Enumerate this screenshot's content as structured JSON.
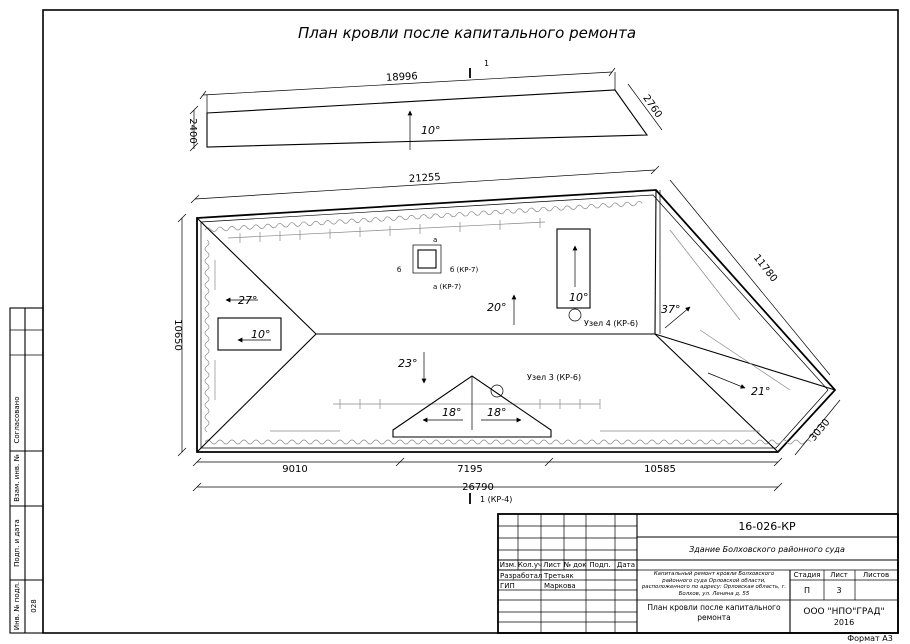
{
  "drawing": {
    "title": "План кровли после капитального ремонта",
    "section_mark": "1",
    "section_mark_bottom": "1 (КР-4)",
    "format": "Формат А3"
  },
  "dimensions": {
    "top_length": "18996",
    "top_left": "2400",
    "top_right": "2760",
    "main_top": "21255",
    "main_left": "10650",
    "main_right_upper": "11780",
    "main_right_lower": "3030",
    "bottom_seg1": "9010",
    "bottom_seg2": "7195",
    "bottom_seg3": "10585",
    "bottom_total": "26790"
  },
  "slopes": {
    "canopy": "10°",
    "left_hip": "27°",
    "left_box": "10°",
    "main_top": "20°",
    "right_box": "10°",
    "right_upper": "37°",
    "right_lower": "21°",
    "main_bottom": "23°",
    "dormer_left": "18°",
    "dormer_right": "18°"
  },
  "labels": {
    "node4": "Узел 4 (КР-6)",
    "node3": "Узел 3 (КР-6)",
    "chimney_a_top": "а",
    "chimney_b_left": "б",
    "chimney_b_right": "б (КР-7)",
    "chimney_a_bottom": "а (КР-7)"
  },
  "stamp": {
    "code": "16-026-КР",
    "building": "Здание Болховского районного суда",
    "description": "Капитальный ремонт кровли Болховского районного суда Орловской области, расположенного по адресу: Орловская область, г. Болхов, ул. Ленина д. 55",
    "sheet_title": "План кровли после капитального ремонта",
    "org": "ООО \"НПО\"ГРАД\"",
    "year": "2016",
    "hdr_izm": "Изм.",
    "hdr_kol": "Кол.уч",
    "hdr_list": "Лист",
    "hdr_doc": "№ док",
    "hdr_podp": "Подп.",
    "hdr_data": "Дата",
    "role1": "Разработал",
    "person1": "Третьяк",
    "role2": "ГИП",
    "person2": "Маркова",
    "stage_h": "Стадия",
    "sheet_h": "Лист",
    "sheets_h": "Листов",
    "stage_v": "П",
    "sheet_v": "3",
    "sheets_v": ""
  },
  "side_stamp": {
    "soglasovano": "Согласовано",
    "vzam": "Взам. инв. №",
    "podp_data": "Подп. и дата",
    "inv_podl": "Инв. № подл.",
    "inv_value": "028"
  }
}
